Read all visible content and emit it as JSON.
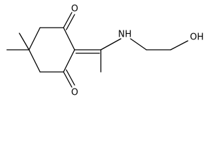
{
  "molecule": {
    "atoms": {
      "O1": "O",
      "O2": "O",
      "N": "NH",
      "OH": "OH"
    },
    "colors": {
      "ink": "#000000",
      "background": "#ffffff"
    }
  }
}
